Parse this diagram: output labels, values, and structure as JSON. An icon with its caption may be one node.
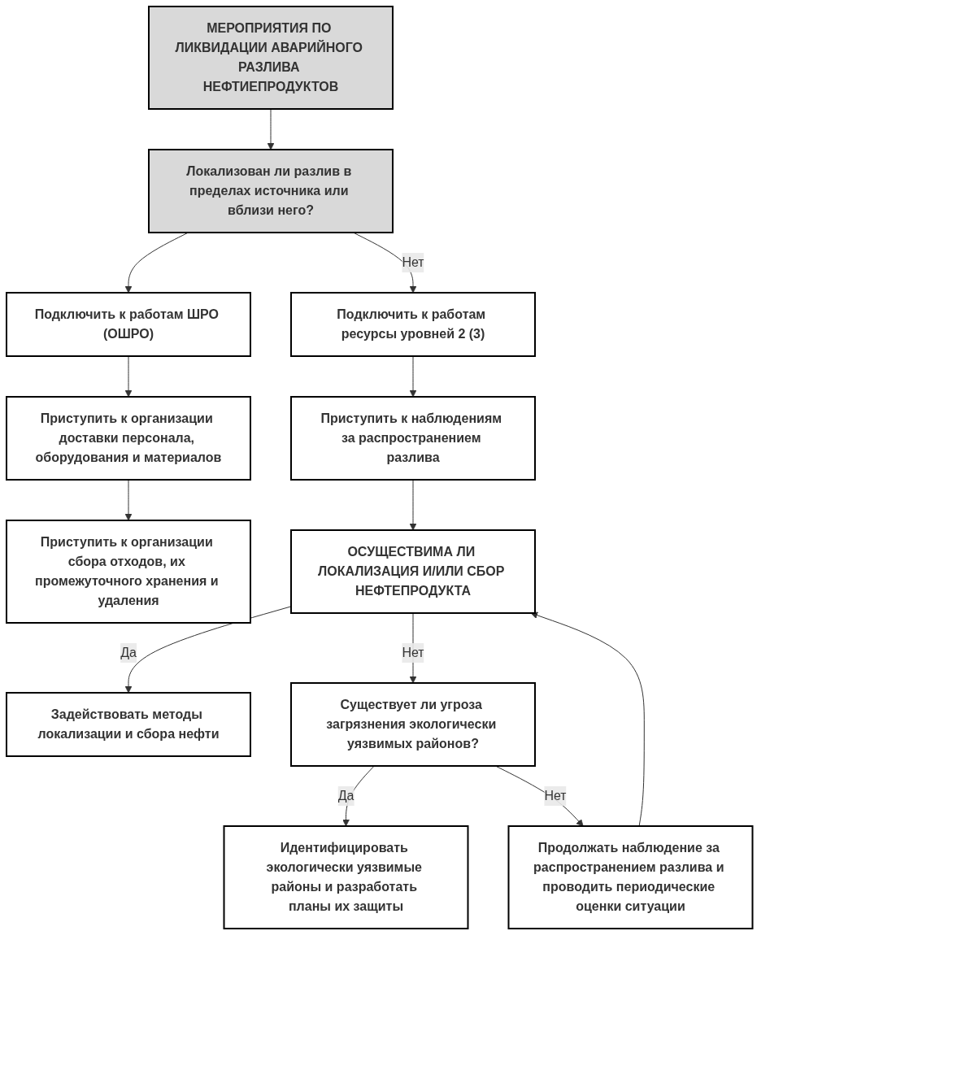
{
  "diagram": {
    "nodes": [
      {
        "text": [
          "МЕРОПРИЯТИЯ ПО ЛИКВИДАЦИИ АВАРИЙНОГО РАЗЛИВА НЕФТИЕПРОДУКТОВ"
        ]
      },
      {
        "text": [
          "Локализован ли разлив в пределах источника или вблизи него?"
        ]
      },
      {
        "text": [
          "Подключить к работам ШРО (ОШРО)"
        ]
      },
      {
        "text": [
          "Подключить к работам ресурсы уровней 2 (3)"
        ]
      },
      {
        "text": [
          "Приступить к организации доставки персонала, оборудования и материалов"
        ]
      },
      {
        "text": [
          "Приступить к организации сбора отходов, их промежуточного хранения и удаления"
        ]
      },
      {
        "text": [
          "Приступить к наблюдениям за распространением разлива"
        ]
      },
      {
        "text": [
          "ОСУЩЕСТВИМА ЛИ ЛОКАЛИЗАЦИЯ И/ИЛИ СБОР НЕФТЕПРОДУКТА"
        ]
      },
      {
        "text": [
          "Задействовать методы локализации и сбора нефти"
        ]
      },
      {
        "text": [
          "Существует ли угроза загрязнения экологически уязвимых районов?"
        ]
      },
      {
        "text": [
          "Идентифицировать экологически уязвимые районы и разработать планы их защиты"
        ]
      },
      {
        "text": [
          "Продолжать наблюдение за распространением разлива и проводить периодические оценки ситуации"
        ]
      }
    ],
    "edges": [
      {
        "from": 0,
        "to": 1,
        "arrow": "to"
      },
      {
        "from": 1,
        "to": 2,
        "arrow": "to"
      },
      {
        "from": 1,
        "to": 3,
        "label": "Нет",
        "arrow": "to"
      },
      {
        "from": 2,
        "to": 4,
        "arrow": "to"
      },
      {
        "from": 4,
        "to": 5,
        "arrow": "to"
      },
      {
        "from": 3,
        "to": 6,
        "arrow": "to"
      },
      {
        "from": 6,
        "to": 7,
        "arrow": "to"
      },
      {
        "from": 7,
        "to": 8,
        "label": "Да",
        "arrow": "to"
      },
      {
        "from": 7,
        "to": 9,
        "label": "Нет",
        "arrow": "to"
      },
      {
        "from": 9,
        "to": 10,
        "label": "Да",
        "arrow": "to"
      },
      {
        "from": 9,
        "to": 11,
        "label": "Нет",
        "arrow": "to"
      },
      {
        "from": 11,
        "to": 7,
        "arrow": "to"
      }
    ]
  }
}
